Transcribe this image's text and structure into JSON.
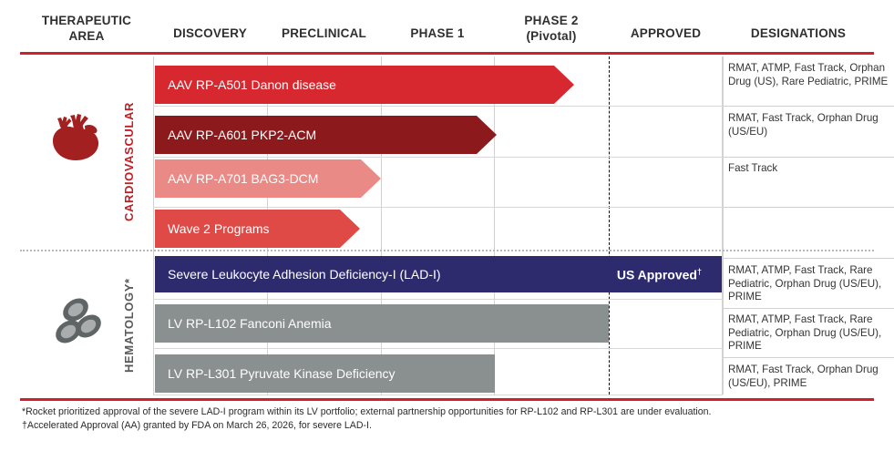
{
  "header": {
    "columns": [
      {
        "label": "THERAPEUTIC AREA",
        "line1": "THERAPEUTIC",
        "line2": "AREA"
      },
      {
        "label": "DISCOVERY",
        "line1": "DISCOVERY",
        "line2": ""
      },
      {
        "label": "PRECLINICAL",
        "line1": "PRECLINICAL",
        "line2": ""
      },
      {
        "label": "PHASE 1",
        "line1": "PHASE 1",
        "line2": ""
      },
      {
        "label": "PHASE 2 (Pivotal)",
        "line1": "PHASE 2",
        "line2": "(Pivotal)"
      },
      {
        "label": "APPROVED",
        "line1": "APPROVED",
        "line2": ""
      },
      {
        "label": "DESIGNATIONS",
        "line1": "DESIGNATIONS",
        "line2": ""
      }
    ]
  },
  "sections": [
    {
      "name": "CARDIOVASCULAR",
      "icon": "heart-icon",
      "color": "#a32020",
      "rows": [
        {
          "program": "AAV RP-A501 Danon disease",
          "designations": "RMAT, ATMP, Fast Track, Orphan Drug (US), Rare Pediatric, PRIME",
          "bar_color": "#d8282f",
          "shape": "arrow"
        },
        {
          "program": "AAV RP-A601 PKP2-ACM",
          "designations": "RMAT, Fast Track, Orphan Drug (US/EU)",
          "bar_color": "#8c1a1c",
          "shape": "arrow"
        },
        {
          "program": "AAV RP-A701 BAG3-DCM",
          "designations": "Fast Track",
          "bar_color": "#ea8a86",
          "shape": "arrow"
        },
        {
          "program": "Wave 2 Programs",
          "designations": "",
          "bar_color": "#e04a46",
          "shape": "arrow"
        }
      ]
    },
    {
      "name": "HEMATOLOGY*",
      "icon": "blood-cells-icon",
      "color": "#5a5a5a",
      "rows": [
        {
          "program": "Severe Leukocyte Adhesion Deficiency-I (LAD-I)",
          "status": "US Approved",
          "status_marker": "†",
          "designations": "RMAT, ATMP, Fast Track, Rare Pediatric, Orphan Drug (US/EU), PRIME",
          "bar_color": "#2e2a6e",
          "shape": "rect"
        },
        {
          "program": "LV RP-L102 Fanconi Anemia",
          "designations": "RMAT, ATMP, Fast Track, Rare Pediatric, Orphan Drug (US/EU), PRIME",
          "bar_color": "#8a8f8f",
          "shape": "rect"
        },
        {
          "program": "LV RP-L301 Pyruvate Kinase Deficiency",
          "designations": "RMAT, Fast Track, Orphan Drug (US/EU), PRIME",
          "bar_color": "#8a8f8f",
          "shape": "rect"
        }
      ]
    }
  ],
  "footnotes": [
    "*Rocket prioritized approval of the severe LAD-I program within its LV portfolio; external partnership opportunities for RP-L102 and RP-L301 are under evaluation.",
    "†Accelerated Approval (AA) granted by FDA on March 26, 2026, for severe LAD-I."
  ],
  "colors": {
    "accent_red": "#d0202d",
    "grid_line": "#d2d2d2",
    "approved_navy": "#2e2a6e"
  }
}
